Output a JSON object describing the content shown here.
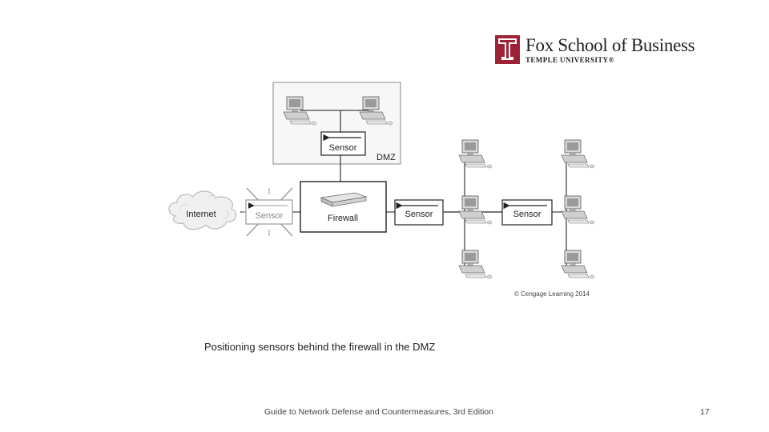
{
  "logo": {
    "name": "Fox School of Business",
    "sub": "TEMPLE UNIVERSITY®"
  },
  "diagram": {
    "dmz_label": "DMZ",
    "internet_label": "Internet",
    "firewall_label": "Firewall",
    "sensor_label": "Sensor",
    "copyright": "© Cengage Learning 2014"
  },
  "caption": "Positioning sensors behind the firewall in the DMZ",
  "footer": {
    "text": "Guide to Network Defense and Countermeasures, 3rd Edition",
    "page": "17"
  },
  "colors": {
    "brand": "#9d2235",
    "line": "#444444",
    "box_border": "#222222",
    "dmz_border": "#888888"
  }
}
